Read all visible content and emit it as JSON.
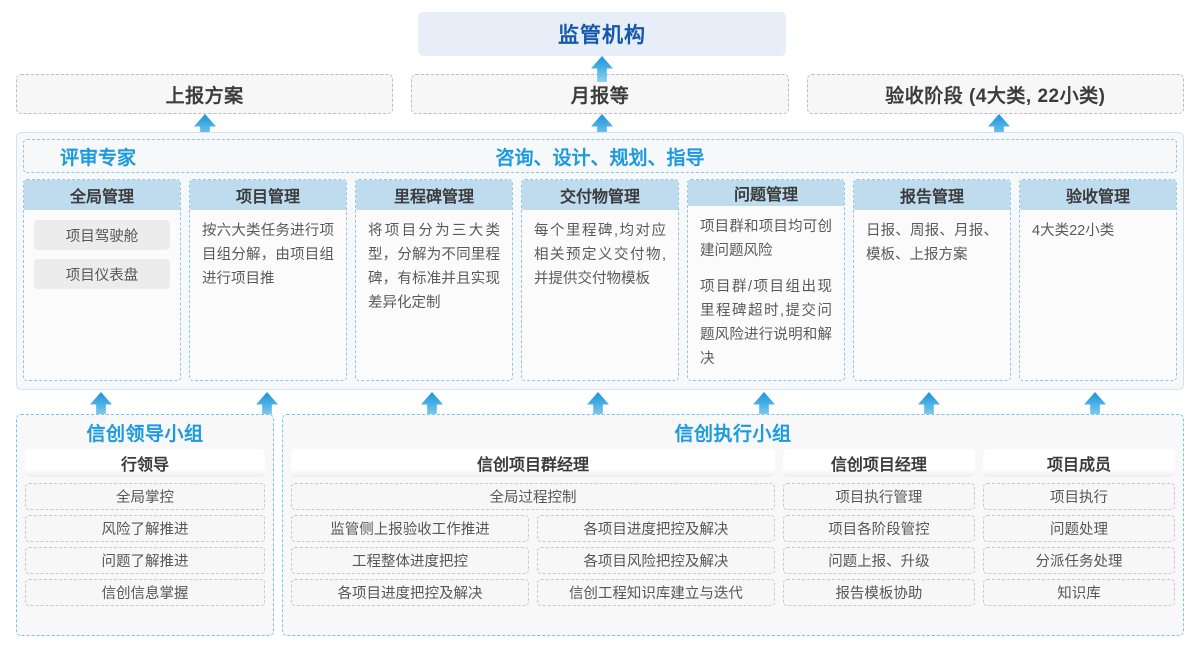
{
  "top": {
    "regulator": "监管机构",
    "reports": [
      {
        "label": "上报方案"
      },
      {
        "label": "月报等"
      },
      {
        "label": "验收阶段 (4大类, 22小类)"
      }
    ]
  },
  "middle": {
    "left_title": "评审专家",
    "center_title": "咨询、设计、规划、指导",
    "cards": [
      {
        "title": "全局管理",
        "type": "pills",
        "items": [
          "项目驾驶舱",
          "项目仪表盘"
        ]
      },
      {
        "title": "项目管理",
        "type": "text",
        "paragraphs": [
          "按六大类任务进行项目组分解，由项目组进行项目推"
        ]
      },
      {
        "title": "里程碑管理",
        "type": "text",
        "paragraphs": [
          "将项目分为三大类型，分解为不同里程碑，有标准并且实现差异化定制"
        ]
      },
      {
        "title": "交付物管理",
        "type": "text",
        "paragraphs": [
          "每个里程碑,均对应相关预定义交付物,并提供交付物模板"
        ]
      },
      {
        "title": "问题管理",
        "type": "text",
        "paragraphs": [
          "项目群和项目均可创建问题风险",
          "项目群/项目组出现里程碑超时,提交问题风险进行说明和解决"
        ]
      },
      {
        "title": "报告管理",
        "type": "text",
        "paragraphs": [
          "日报、周报、月报、模板、上报方案"
        ]
      },
      {
        "title": "验收管理",
        "type": "text",
        "paragraphs": [
          "4大类22小类"
        ]
      }
    ]
  },
  "bottom": {
    "lead_group": {
      "title": "信创领导小组",
      "role": "行领导",
      "items": [
        "全局掌控",
        "风险了解推进",
        "问题了解推进",
        "信创信息掌握"
      ]
    },
    "exec_group": {
      "title": "信创执行小组",
      "columns": [
        {
          "role": "信创项目群经理",
          "full_item": "全局过程控制",
          "items": [
            "监管侧上报验收工作推进",
            "各项目进度把控及解决",
            "工程整体进度把控",
            "各项目风险把控及解决",
            "各项目进度把控及解决",
            "信创工程知识库建立与迭代"
          ]
        },
        {
          "role": "信创项目经理",
          "items": [
            "项目执行管理",
            "项目各阶段管控",
            "问题上报、升级",
            "报告模板协助"
          ]
        },
        {
          "role": "项目成员",
          "items": [
            "项目执行",
            "问题处理",
            "分派任务处理",
            "知识库"
          ]
        }
      ]
    }
  },
  "colors": {
    "accent_blue": "#1a9ae0",
    "deep_blue": "#1559ad",
    "card_header": "#bfdcef",
    "panel_bg": "#f7f8f9"
  }
}
